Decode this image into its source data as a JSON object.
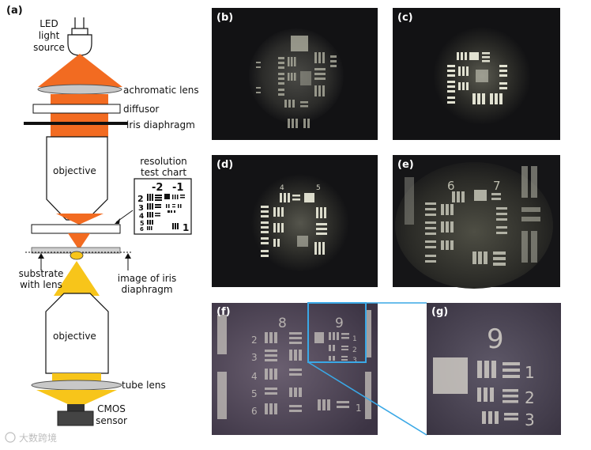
{
  "schematic": {
    "panel_label": "(a)",
    "led_label": [
      "LED",
      "light",
      "source"
    ],
    "achromatic_lens_label": "achromatic lens",
    "diffusor_label": "diffusor",
    "iris_label": "iris diaphragm",
    "objective_top_label": "objective",
    "resolution_chart_label": [
      "resolution",
      "test chart"
    ],
    "chart_inset": {
      "group_labels": [
        "-2",
        "-1"
      ],
      "element_numbers": [
        "2",
        "3",
        "4",
        "5",
        "6",
        "1"
      ]
    },
    "substrate_label": [
      "substrate",
      "with lens"
    ],
    "image_iris_label": [
      "image of iris",
      "diaphragm"
    ],
    "objective_bottom_label": "objective",
    "tube_lens_label": "tube lens",
    "cmos_label": [
      "CMOS",
      "sensor"
    ]
  },
  "photos": {
    "b": {
      "label": "(b)"
    },
    "c": {
      "label": "(c)"
    },
    "d": {
      "label": "(d)",
      "numbers": [
        "4",
        "5"
      ]
    },
    "e": {
      "label": "(e)",
      "numbers": [
        "6",
        "7"
      ]
    },
    "f": {
      "label": "(f)",
      "numbers": [
        "8",
        "9",
        "2",
        "3",
        "4",
        "5",
        "6",
        "1",
        "1",
        "2",
        "3"
      ]
    },
    "g": {
      "label": "(g)",
      "numbers": [
        "9",
        "1",
        "2",
        "3"
      ]
    }
  },
  "watermark": "大数跨境",
  "colors": {
    "orange_beam": "#f26b21",
    "yellow_beam": "#f7c51a",
    "zoom_frame": "#3aa8e6",
    "dark_bg": "#121214"
  }
}
